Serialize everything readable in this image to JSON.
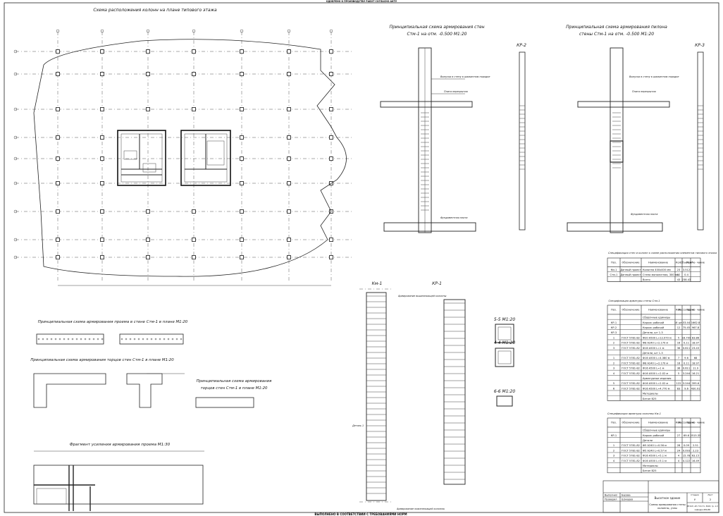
{
  "top_banner": "ОДОБРЕНО К ПРОИЗВОДСТВУ РАБОТ СОГЛАСНО АКТУ",
  "bottom_banner": "ВЫПОЛНЕНО В СООТВЕТСТВИИ С ТРЕБОВАНИЯМИ НОРМ",
  "views": {
    "column_plan_title": "Схема расположения колонн на плане типового этажа",
    "wall_scheme_title_1": "Принципиальная схема армирования стен",
    "wall_scheme_title_2": "Стм-1  на отм. -0.500 М1:20",
    "kr2": "КР-2",
    "pylon_scheme_title_1": "Принципиальная схема армирования пилона",
    "pylon_scheme_title_2": "стены Стм-1  на отм. -0.500 М1:20",
    "kr3": "КР-3",
    "opening_plan_title": "Принципиальная схема армирования проема в стене Стм-1  в плане М1:20",
    "ends_plan_title": "Принципиальная схема армирования  торцов стен Стм-1  в плане М1:20",
    "ends2_title_1": "Принципиальная схема армирования",
    "ends2_title_2": "торцов стен Стм-1  в плане М1:20",
    "fragment_title": "Фрагмент усиления армирования проема М1:30",
    "km1": "Км-1",
    "kr1": "КР-1",
    "sec55": "5-5 М1:20",
    "sec44": "4-4 М1:20",
    "sec66": "6-6 М1:20"
  },
  "notes": {
    "pipe_note": "Выпуски в стену в шахматном порядке",
    "plate_note": "Плита перекрытия",
    "foundation_note": "Фундаментная плита",
    "armature_note": "Армирование вышележащей колонны",
    "detail_note": "Деталь 1",
    "armature_note_bottom": "Армирование нижележащей колонны"
  },
  "table1": {
    "title": "Спецификация стен и колонн к схеме расположения элементов типового этажа",
    "headers": [
      "Поз.",
      "Обозначение",
      "Наименование",
      "Кол.",
      "Объем м³",
      "Приме- чание"
    ],
    "rows": [
      [
        "Км-1",
        "Данный проект",
        "Колонна 400х400 мм",
        "23",
        "3.512",
        ""
      ],
      [
        "Стм-1",
        "Данный проект",
        "Стена монолитная, 300 мм",
        "12",
        "0.4",
        ""
      ],
      [
        "",
        "",
        "Всего",
        "43",
        "238.43",
        ""
      ]
    ]
  },
  "table2": {
    "title": "Спецификация арматуры стены Стм-1",
    "headers": [
      "Поз.",
      "Обозначение",
      "Наименование",
      "Кол.",
      "Масса ед. кг",
      "Приме- чание"
    ],
    "rows": [
      [
        "",
        "",
        "Сборочные единицы",
        "",
        "",
        ""
      ],
      [
        "КР-1",
        "",
        "Каркас рабочий",
        "16 шт.",
        "53.44",
        "1662.8"
      ],
      [
        "КР-2",
        "",
        "Каркас рабочий",
        "12",
        "75.45",
        "967.8"
      ],
      [
        "КР-3",
        "",
        "Детали, шт 1-3",
        "",
        "",
        ""
      ],
      [
        "1",
        "ГОСТ 5781-82",
        "Ф20 А500 L=12.070 м",
        "5",
        "16.709",
        "83.86"
      ],
      [
        "2",
        "ГОСТ 5781-82",
        "Ф8 А240 L=2.170 м",
        "16",
        "0.11",
        "18.97"
      ],
      [
        "3",
        "ГОСТ 5781-82",
        "Ф16 А500 L=1 м",
        "36",
        "0.611",
        "23.43"
      ],
      [
        "",
        "",
        "Детали, шт 1-3",
        "",
        "",
        ""
      ],
      [
        "1",
        "ГОСТ 5781-82",
        "Ф16 А500 L=4.380 м",
        "7",
        "9.6",
        "68"
      ],
      [
        "2",
        "ГОСТ 5781-82",
        "Ф8 А240 L=2.170 м",
        "16",
        "0.11",
        "18.97"
      ],
      [
        "3",
        "ГОСТ 5781-82",
        "Ф16 А500 L=1 м",
        "36",
        "0.611",
        "11.9"
      ],
      [
        "4",
        "ГОСТ 5781-82",
        "Ф16 А500 L=2.02 м",
        "5",
        "3.244",
        "16.21"
      ],
      [
        "",
        "",
        "Арматурные изделия",
        "",
        "",
        ""
      ],
      [
        "5",
        "ГОСТ 5781-82",
        "Ф16 А500 L=2.02 м",
        "122",
        "3.244",
        "395.6"
      ],
      [
        "6",
        "ГОСТ 5781-82",
        "Ф16 А500 L=4.770 м",
        "83",
        "9.6",
        "430.91"
      ],
      [
        "",
        "",
        "Материалы",
        "",
        "",
        ""
      ],
      [
        "",
        "",
        "Бетон В25",
        "",
        "",
        ""
      ]
    ]
  },
  "table3": {
    "title": "Спецификация арматуры колонны Км-1",
    "headers": [
      "Поз.",
      "Обозначение",
      "Наименование",
      "Кол.",
      "Масса ед. кг",
      "Приме- чание"
    ],
    "rows": [
      [
        "",
        "",
        "Сборочные единицы",
        "",
        "",
        ""
      ],
      [
        "КР-1",
        "",
        "Каркас рабочий",
        "27",
        "69.6",
        "2515.35"
      ],
      [
        "",
        "",
        "Детали",
        "",
        "",
        ""
      ],
      [
        "1",
        "ГОСТ 5781-82",
        "Ф5 А240 L=0.56 м",
        "28",
        "0.09",
        "2.51"
      ],
      [
        "2",
        "ГОСТ 5781-82",
        "Ф5 А240 L=0.57 м",
        "24",
        "0.093",
        "2.23"
      ],
      [
        "3",
        "ГОСТ 5781-82",
        "Ф16 А500 L=5.1 м",
        "4",
        "15.78",
        "63.15"
      ],
      [
        "4",
        "ГОСТ 5781-82",
        "Ф16 А500 L=5.1 м",
        "4",
        "4.122",
        "16.49"
      ],
      [
        "",
        "",
        "Материалы",
        "",
        "",
        ""
      ],
      [
        "",
        "",
        "Бетон В25",
        "",
        "",
        ""
      ]
    ]
  },
  "title_block": {
    "rows": [
      {
        "role": "Выполнил",
        "name": "Бурова"
      },
      {
        "role": "Проверил",
        "name": "Шокарев"
      }
    ],
    "project": "Высотное здание",
    "stage_h": "Стадия",
    "sheet_h": "Лист",
    "stage": "У",
    "sheet": "2",
    "content_1": "Схемы армирования стены",
    "content_2": "колонны, узлы",
    "org": "ВГАСУ, АР, ГСХ-71, 3618, гр. 1-3",
    "org2": "кафедра ЖБиКК"
  }
}
